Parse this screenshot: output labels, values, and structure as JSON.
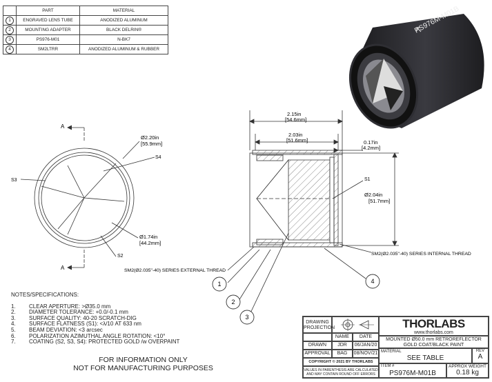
{
  "parts_table": {
    "headers": [
      "PART",
      "MATERIAL"
    ],
    "rows": [
      {
        "num": "1",
        "part": "ENGRAVED LENS TUBE",
        "material": "ANODIZED ALUMINUM"
      },
      {
        "num": "2",
        "part": "MOUNTING ADAPTER",
        "material": "BLACK DELRIN®"
      },
      {
        "num": "3",
        "part": "PS976-M01",
        "material": "N-BK7"
      },
      {
        "num": "4",
        "part": "SM2LTRR",
        "material": "ANODIZED ALUMINUM & RUBBER"
      }
    ]
  },
  "product_label": "PS976M-M01B",
  "front_view": {
    "section_label": "A",
    "dia_outer": "Ø2.20in",
    "dia_outer_mm": "[55.9mm]",
    "dia_inner": "Ø1.74in",
    "dia_inner_mm": "[44.2mm]",
    "s3": "S3",
    "s4": "S4",
    "s2": "S2"
  },
  "side_view": {
    "overall": "2.15in",
    "overall_mm": "[54.6mm]",
    "body": "2.03in",
    "body_mm": "[51.6mm]",
    "lip": "0.17in",
    "lip_mm": "[4.2mm]",
    "height": "Ø2.04in",
    "height_mm": "[51.7mm]",
    "s1": "S1",
    "external_thread": "SM2(Ø2.035\"-40) SERIES EXTERNAL THREAD",
    "internal_thread": "SM2(Ø2.035\"-40) SERIES INTERNAL THREAD",
    "callouts": [
      "1",
      "2",
      "3",
      "4"
    ]
  },
  "notes": {
    "heading": "NOTES/SPECIFICATIONS:",
    "items": [
      {
        "n": "1.",
        "text": "CLEAR APERTURE: >Ø35.0 mm"
      },
      {
        "n": "2.",
        "text": "DIAMETER TOLERANCE: +0.0/-0.1 mm"
      },
      {
        "n": "3.",
        "text": "SURFACE QUALITY: 40-20 SCRATCH-DIG"
      },
      {
        "n": "4.",
        "text": "SURFACE FLATNESS (S1):  <λ/10 AT 633 nm"
      },
      {
        "n": "5.",
        "text": "BEAM DEVIATION: <3 arcsec"
      },
      {
        "n": "6.",
        "text": "POLARIZATION AZIMUTHAL ANGLE ROTATION: <10°"
      },
      {
        "n": "7.",
        "text": "COATING (S2, S3, S4): PROTECTED GOLD /w OVERPAINT"
      }
    ]
  },
  "disclaimer": {
    "line1": "FOR INFORMATION ONLY",
    "line2": "NOT FOR MANUFACTURING PURPOSES"
  },
  "title_block": {
    "drawing_projection": "DRAWING PROJECTION",
    "name_h": "NAME",
    "date_h": "DATE",
    "drawn": "DRAWN",
    "drawn_name": "JDR",
    "drawn_date": "06/JAN/20",
    "approval": "APPROVAL",
    "approval_name": "BAG",
    "approval_date": "08/NOV/21",
    "copyright": "COPYRIGHT © 2021 BY THORLABS",
    "values_note": "VALUES IN PARENTHESIS ARE CALCULATED AND MAY CONTAIN ROUND OFF ERRORS",
    "logo": "THORLABS",
    "website": "www.thorlabs.com",
    "description1": "MOUNTED Ø50.0 mm RETROREFLECTOR",
    "description2": "GOLD COAT/BLACK PAINT",
    "material_h": "MATERIAL",
    "material": "SEE TABLE",
    "rev_h": "REV",
    "rev": "A",
    "item_h": "ITEM #",
    "item": "PS976M-M01B",
    "weight_h": "APPROX WEIGHT",
    "weight": "0.18 kg"
  }
}
